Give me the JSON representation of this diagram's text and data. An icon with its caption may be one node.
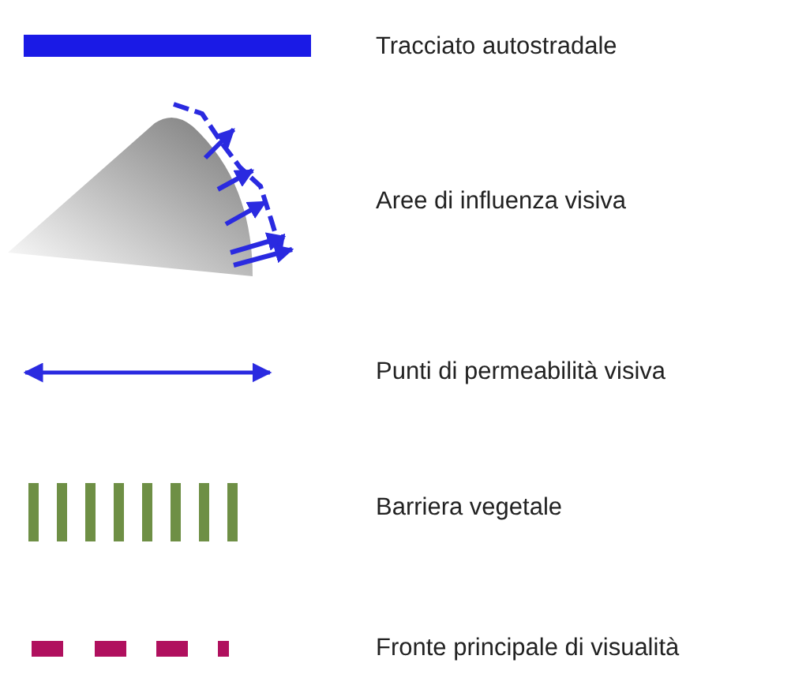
{
  "diagram": {
    "legend": [
      {
        "text": "Tracciato autostradale",
        "color": "#1a1ae6"
      },
      {
        "text": "Aree di influenza visiva"
      },
      {
        "text": "Punti di permeabilità visiva"
      },
      {
        "text": "Barriera vegetale"
      },
      {
        "text": "Fronte principale di visualità"
      }
    ]
  }
}
